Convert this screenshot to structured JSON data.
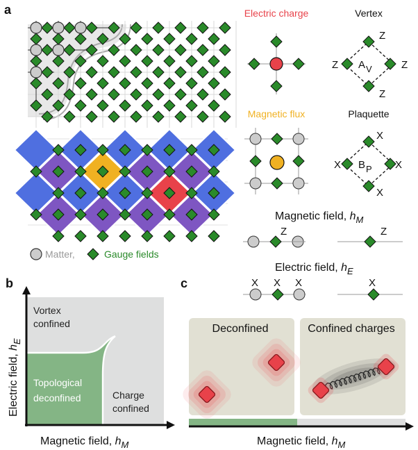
{
  "panel_labels": {
    "a": "a",
    "b": "b",
    "c": "c"
  },
  "legend": {
    "matter": "Matter,",
    "gauge": "Gauge fields"
  },
  "operators": {
    "electric_charge": "Electric charge",
    "vertex": "Vertex",
    "magnetic_flux": "Magnetic flux",
    "plaquette": "Plaquette",
    "vertex_center": "A",
    "vertex_center_sub": "V",
    "plaquette_center": "B",
    "plaquette_center_sub": "P",
    "z": "Z",
    "x": "X"
  },
  "field_terms": {
    "magnetic_label": "Magnetic field, ",
    "magnetic_symbol": "h",
    "magnetic_sub": "M",
    "electric_label": "Electric field, ",
    "electric_symbol": "h",
    "electric_sub": "E",
    "z": "Z",
    "x": "X"
  },
  "phase_diagram": {
    "ylabel": "Electric field, ",
    "ylabel_symbol": "h",
    "ylabel_sub": "E",
    "xlabel": "Magnetic field, ",
    "xlabel_symbol": "h",
    "xlabel_sub": "M",
    "vortex": [
      "Vortex",
      "confined"
    ],
    "topological": [
      "Topological",
      "deconfined"
    ],
    "charge": [
      "Charge",
      "confined"
    ]
  },
  "confinement": {
    "deconfined": "Deconfined",
    "confined": "Confined charges",
    "xlabel": "Magnetic field, ",
    "xlabel_symbol": "h",
    "xlabel_sub": "M"
  },
  "colors": {
    "green": "#2a8a2a",
    "matter": "#cccccc",
    "blue": "#4f6fe0",
    "purple": "#7e56c2",
    "orange": "#f0b122",
    "red": "#e8424a",
    "phase_green": "#84b585",
    "phase_grey": "#dedfdf"
  }
}
